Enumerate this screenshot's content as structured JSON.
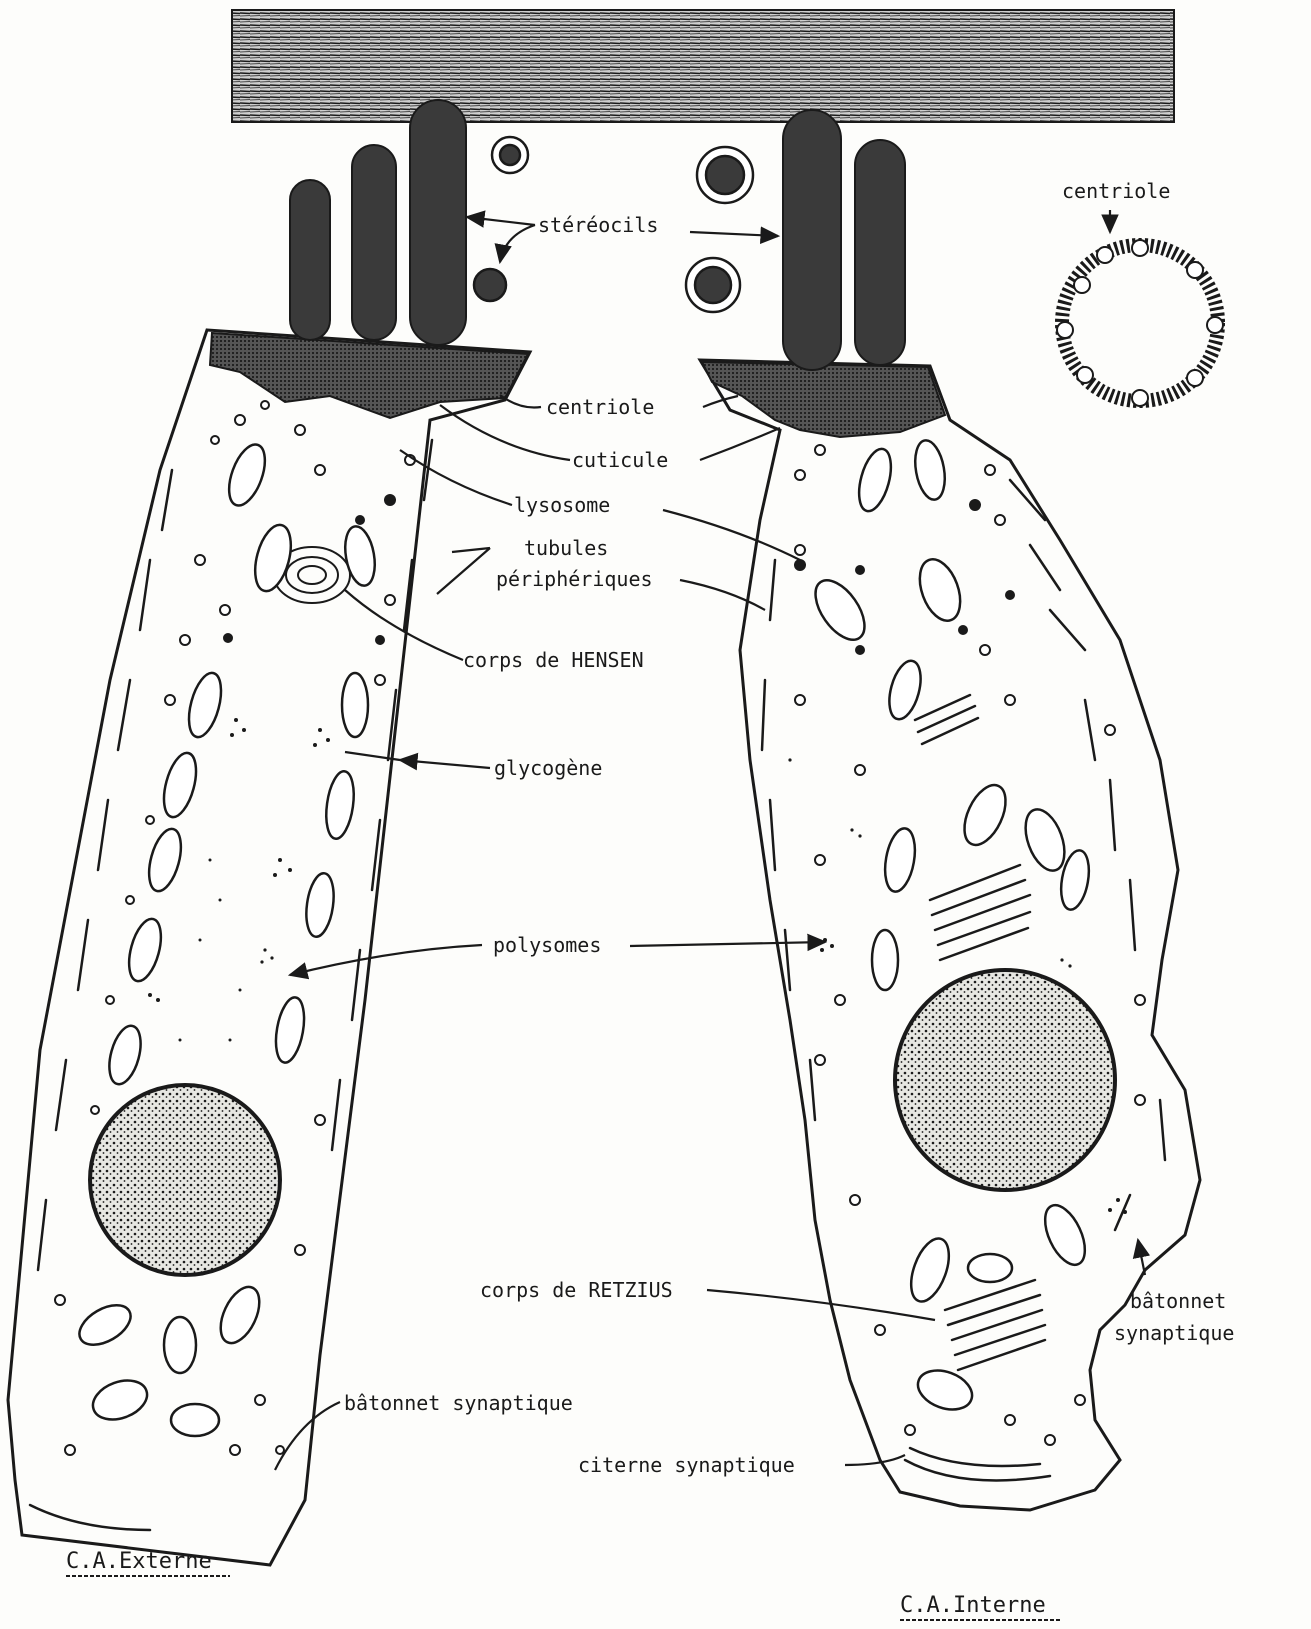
{
  "labels": {
    "stereocils": "stéréocils",
    "centriole_inset": "centriole",
    "centriole": "centriole",
    "cuticule": "cuticule",
    "lysosome": "lysosome",
    "tubules_line1": "tubules",
    "tubules_line2": "périphériques",
    "hensen": "corps de HENSEN",
    "glycogene": "glycogène",
    "polysomes": "polysomes",
    "retzius": "corps de RETZIUS",
    "batonnet_right_line1": "bâtonnet",
    "batonnet_right_line2": "synaptique",
    "batonnet_left": "bâtonnet synaptique",
    "citerne": "citerne synaptique"
  },
  "captions": {
    "left_cell": "C.A.Externe",
    "right_cell": "C.A.Interne"
  },
  "colors": {
    "ink": "#1a1a1a",
    "paper": "#fdfdfb",
    "dark_fill": "#3a3a3a"
  }
}
